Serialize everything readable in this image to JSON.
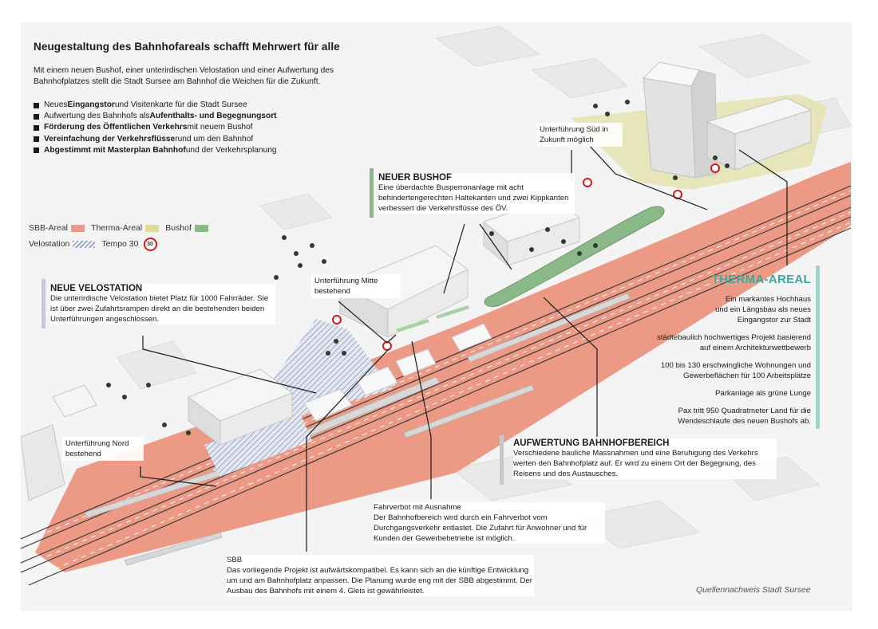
{
  "header": {
    "title": "Neugestaltung des Bahnhofareals schafft Mehrwert für alle",
    "intro": "Mit einem neuen Bushof, einer unterirdischen Velostation und einer Aufwertung des Bahnhofplatzes stellt die Stadt Sursee am Bahnhof die Weichen für die Zukunft."
  },
  "bullets": [
    {
      "pre": "Neues ",
      "bold": "Eingangstor",
      "post": " und Visitenkarte für die Stadt Sursee"
    },
    {
      "pre": "Aufwertung des Bahnhofs als ",
      "bold": "Aufenthalts- und Begegnungsort",
      "post": ""
    },
    {
      "pre": "",
      "bold": "Förderung des Öffentlichen Verkehrs",
      "post": " mit neuem Bushof"
    },
    {
      "pre": "",
      "bold": "Vereinfachung der Verkehrsflüsse",
      "post": " rund um den Bahnhof"
    },
    {
      "pre": "",
      "bold": "Abgestimmt mit Masterplan Bahnhof",
      "post": " und der Verkehrsplanung"
    }
  ],
  "legend": {
    "sbb": "SBB-Areal",
    "therma": "Therma-Areal",
    "bushof": "Bushof",
    "velostation": "Velostation",
    "tempo": "Tempo 30",
    "tempo_sign": "30"
  },
  "colors": {
    "sbb": "#ec9a86",
    "therma": "#dddc9e",
    "bushof": "#8bb888",
    "velostation": "#9aa8c8",
    "tempo": "#d31a1a",
    "therma_accent": "#3aa89c"
  },
  "bushof": {
    "title": "NEUER BUSHOF",
    "text": "Eine überdachte Busperronanlage mit acht behindertengerechten Haltekanten und zwei Kippkanten verbessert die Verkehrsflüsse des ÖV."
  },
  "velostation": {
    "title": "NEUE VELOSTATION",
    "text": "Die unterirdische Velostation bietet Platz für 1000 Fahrräder. Sie ist über zwei Zufahrtsrampen direkt an die bestehenden beiden Unterführungen angeschlossen."
  },
  "labels": {
    "sued": "Unterführung Süd in Zukunft möglich",
    "mitte": "Unterführung Mitte bestehend",
    "nord": "Unterführung Nord bestehend"
  },
  "therma": {
    "title": "THERMA-AREAL",
    "items": [
      "Ein markantes Hochhaus und ein Längsbau als neues Eingangstor zur Stadt",
      "städtebaulich hochwertiges Projekt basierend auf einem Architekturwettbewerb",
      "100 bis 130 erschwingliche Wohnungen und Gewerbeflächen für 100 Arbeitsplätze",
      "Parkanlage als grüne Lunge",
      "Pax tritt 950 Quadratmeter Land für die Wendeschlaufe des neuen Bushofs ab."
    ]
  },
  "aufwertung": {
    "title": "AUFWERTUNG BAHNHOFBEREICH",
    "text": "Verschiedene bauliche Massnahmen und eine Beruhigung des Verkehrs werten den Bahnhofplatz auf. Er wird zu einem Ort der Begegnung, des Reisens und des Austausches."
  },
  "fahrverbot": {
    "title": "Fahrverbot mit Ausnahme",
    "text": "Der Bahnhofbereich wird durch ein Fahrverbot vom Durchgangsverkehr entlastet. Die Zufahrt für Anwohner und für Kunden der Gewerbebetriebe ist möglich."
  },
  "sbb": {
    "title": "SBB",
    "text": "Das vorliegende Projekt ist aufwärtskompatibel. Es kann sich an die künftige Entwicklung um und am Bahnhofplatz anpassen. Die Planung wurde eng mit der SBB abgestimmt. Der Ausbau des Bahnhofs mit einem 4. Gleis ist gewährleistet."
  },
  "credit": "Quellennachweis Stadt Sursee"
}
